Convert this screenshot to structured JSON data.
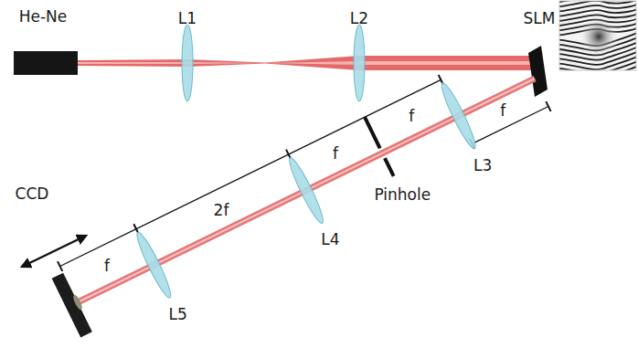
{
  "diagram": {
    "labels": [
      "He-Ne",
      "L1",
      "L2",
      "SLM",
      "f",
      "f",
      "L3",
      "f",
      "Pinhole",
      "CCD",
      "2f",
      "L4",
      "f",
      "L5"
    ]
  }
}
